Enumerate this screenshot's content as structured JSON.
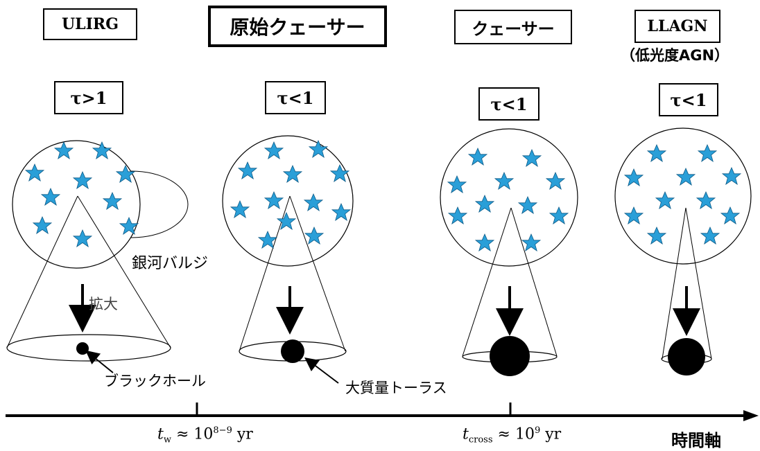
{
  "stages": [
    {
      "label": "ULIRG",
      "sublabel": "",
      "tau": "τ>1"
    },
    {
      "label": "原始クェーサー",
      "sublabel": "",
      "tau": "τ<1"
    },
    {
      "label": "クェーサー",
      "sublabel": "",
      "tau": "τ<1"
    },
    {
      "label": "LLAGN",
      "sublabel": "（低光度AGN）",
      "tau": "τ<1"
    }
  ],
  "annotations": {
    "bulge": "銀河バルジ",
    "expand": "拡大",
    "black_hole": "ブラックホール",
    "torus": "大質量トーラス"
  },
  "timeline": {
    "tw_symbol": "t",
    "tw_sub": "w",
    "tw_approx": "≈ 10",
    "tw_exp": "8−9",
    "tw_unit": "yr",
    "tcross_symbol": "t",
    "tcross_sub": "cross",
    "tcross_approx": "≈ 10",
    "tcross_exp": "9",
    "tcross_unit": "yr",
    "axis_label": "時間軸"
  },
  "colors": {
    "star": "#2a9fd8",
    "ink": "#000000"
  }
}
